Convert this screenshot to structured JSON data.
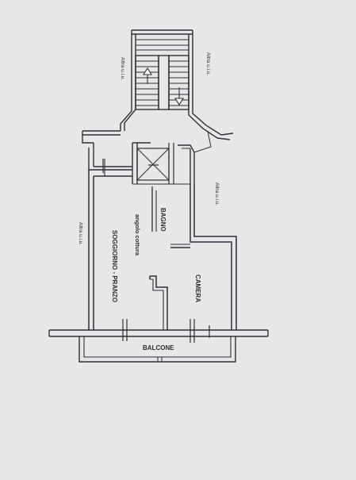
{
  "floor_plan": {
    "room_labels": {
      "soggiorno": "SOGGIORNO - PRANZO",
      "angolo_cottura": "angolo cottura",
      "bagno": "BAGNO",
      "camera": "CAMERA",
      "balcone": "BALCONE"
    },
    "boundary_labels": {
      "altra_ui_left_top": "Altra u.i.u.",
      "altra_ui_right_top": "Altra u.i.u.",
      "altra_ui_right_mid": "Altra u.i.u.",
      "altra_ui_left_mid": "Altra u.i.u."
    },
    "colors": {
      "paper": "#e7e7e9",
      "wall": "#2f2f35",
      "ink": "#2e2e33"
    }
  }
}
